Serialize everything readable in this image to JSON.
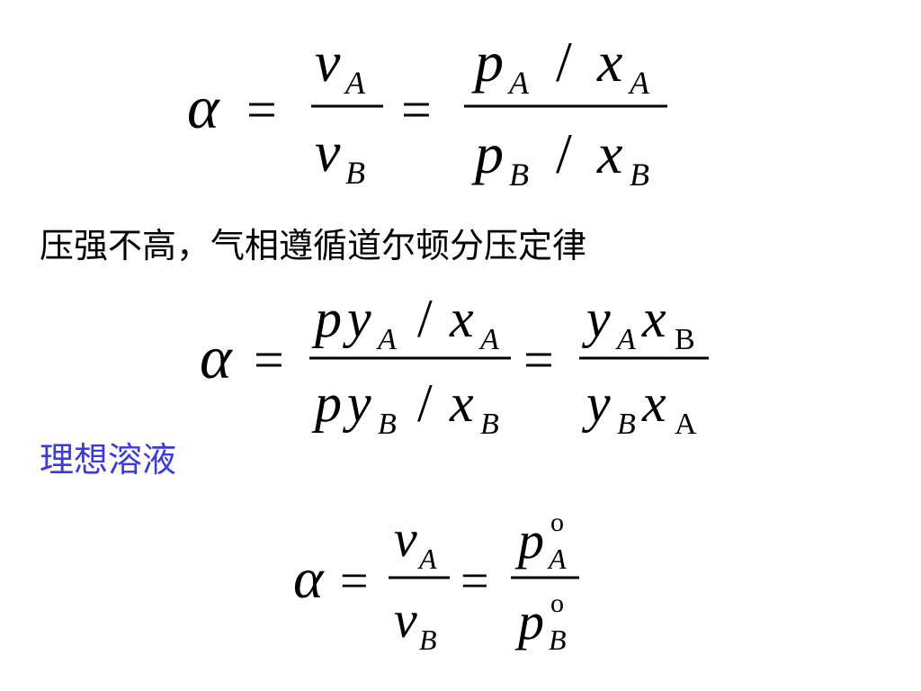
{
  "captions": {
    "low_pressure": "压强不高，气相遵循道尔顿分压定律",
    "ideal_solution": "理想溶液"
  },
  "symbols": {
    "alpha": "α",
    "equals": "=",
    "slash": "/",
    "v": "v",
    "p": "p",
    "x": "x",
    "y": "y",
    "sub_A": "A",
    "sub_B": "B",
    "sup_o": "o"
  },
  "colors": {
    "text": "#000000",
    "accent": "#3a3ae0"
  }
}
